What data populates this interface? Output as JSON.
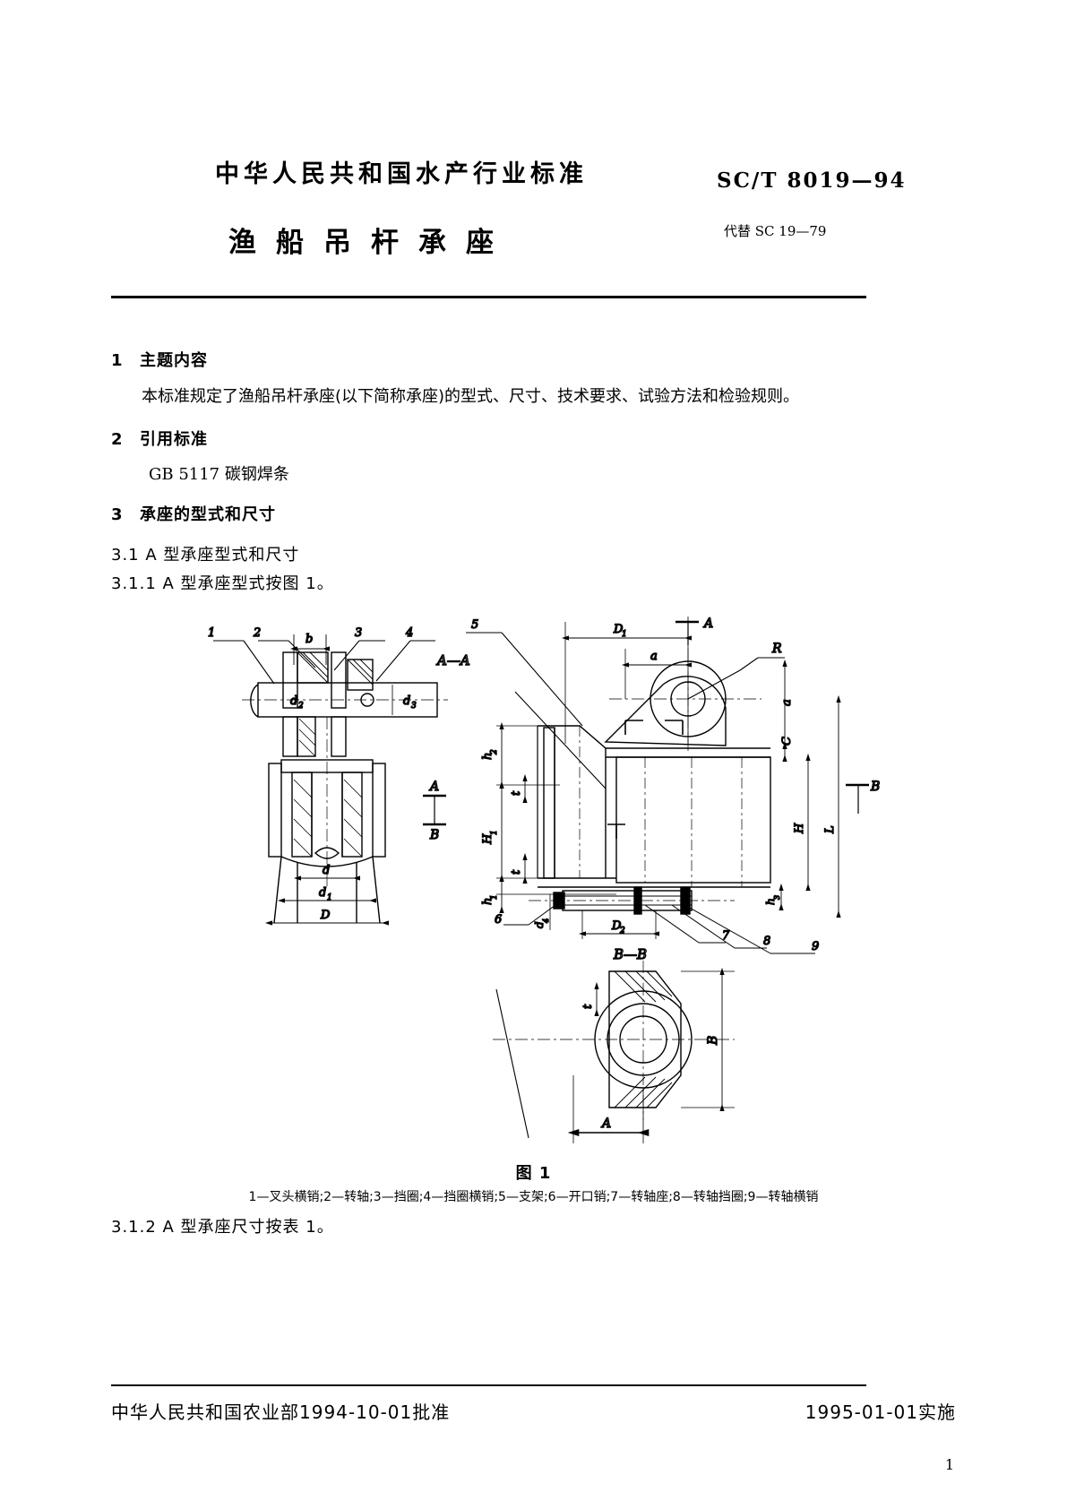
{
  "header": {
    "org_title": "中华人民共和国水产行业标准",
    "standard_no": "SC/T 8019—94",
    "doc_title": "渔船吊杆承座",
    "replaces": "代替 SC 19—79"
  },
  "sections": [
    {
      "number": "1",
      "title": "主题内容"
    },
    {
      "number": "2",
      "title": "引用标准"
    },
    {
      "number": "3",
      "title": "承座的型式和尺寸"
    }
  ],
  "body": {
    "scope_text": "本标准规定了渔船吊杆承座(以下简称承座)的型式、尺寸、技术要求、试验方法和检验规则。",
    "ref_standard": "GB 5117    碳钢焊条",
    "clause_3_1": "3.1    A 型承座型式和尺寸",
    "clause_3_1_1": "3.1.1    A 型承座型式按图 1。",
    "clause_3_1_2": "3.1.2    A 型承座尺寸按表 1。"
  },
  "figure": {
    "caption": "图 1",
    "legend": "1—叉头横销;2—转轴;3—挡圈;4—挡圈横销;5—支架;6—开口销;7—转轴座;8—转轴挡圈;9—转轴横销",
    "section_labels": {
      "aa": "A—A",
      "bb": "B—B"
    },
    "callouts": [
      "1",
      "2",
      "3",
      "4",
      "5",
      "6",
      "7",
      "8",
      "9"
    ],
    "dimensions_left": [
      "b",
      "d₂",
      "d₃",
      "d",
      "d₁",
      "D"
    ],
    "dimensions_right": [
      "D₁",
      "a",
      "R",
      "a",
      "C",
      "h₂",
      "t",
      "H₁",
      "t",
      "H",
      "L",
      "h₁",
      "h₃",
      "d₄",
      "D₂"
    ],
    "dimensions_bb": [
      "t",
      "B",
      "A"
    ],
    "view_markers": [
      "A",
      "A",
      "B",
      "B"
    ]
  },
  "footer": {
    "approval": "中华人民共和国农业部1994-10-01批准",
    "effective": "1995-01-01实施",
    "page_number": "1"
  }
}
